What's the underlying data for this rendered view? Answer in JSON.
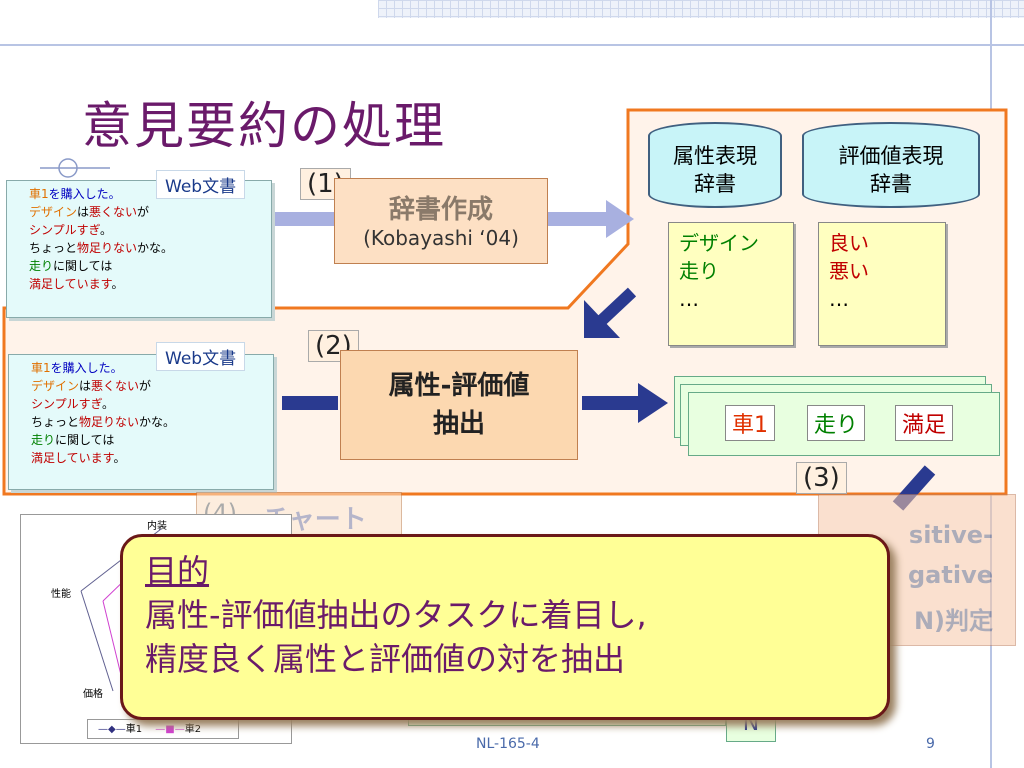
{
  "slide": {
    "title": "意見要約の処理",
    "footer_center": "NL-165-4",
    "page_number": "9"
  },
  "web_doc": {
    "label": "Web文書",
    "lines": [
      [
        "車1",
        "を購入した。"
      ],
      [
        "デザイン",
        "は",
        "悪くない",
        "が"
      ],
      [
        "シンプルすぎ",
        "。"
      ],
      [
        "ちょっと",
        "物足りない",
        "かな。"
      ],
      [
        "走り",
        "に関しては"
      ],
      [
        "満足しています",
        "。"
      ]
    ]
  },
  "step1": {
    "number": "(1)",
    "title": "辞書作成",
    "subtitle": "(Kobayashi ‘04)"
  },
  "step2": {
    "number": "(2)",
    "line1": "属性-評価値",
    "line2": "抽出"
  },
  "step3": {
    "number": "(3)",
    "text1": "Positive-",
    "text2": "Negative",
    "text3": "(P/N)判定",
    "visible1": "sitive-",
    "visible2": "gative",
    "visible3": "N)判定"
  },
  "step4": {
    "number": "(4)",
    "title": "チャート"
  },
  "dict_attr": {
    "line1": "属性表現",
    "line2": "辞書",
    "entries": [
      "デザイン",
      "走り",
      "…"
    ]
  },
  "dict_eval": {
    "line1": "評価値表現",
    "line2": "辞書",
    "entries": [
      "良い",
      "悪い",
      "…"
    ]
  },
  "tuple": {
    "target": "車1",
    "attribute": "走り",
    "value": "満足"
  },
  "chart_fragment": {
    "label_top": "内装",
    "label_left": "性能",
    "label_bottom": "価格",
    "legend": [
      "車1",
      "車2"
    ]
  },
  "pn_fragment": "N",
  "popup": {
    "heading": "目的",
    "line1": "属性-評価値抽出のタスクに着目し,",
    "line2": "精度良く属性と評価値の対を抽出"
  }
}
